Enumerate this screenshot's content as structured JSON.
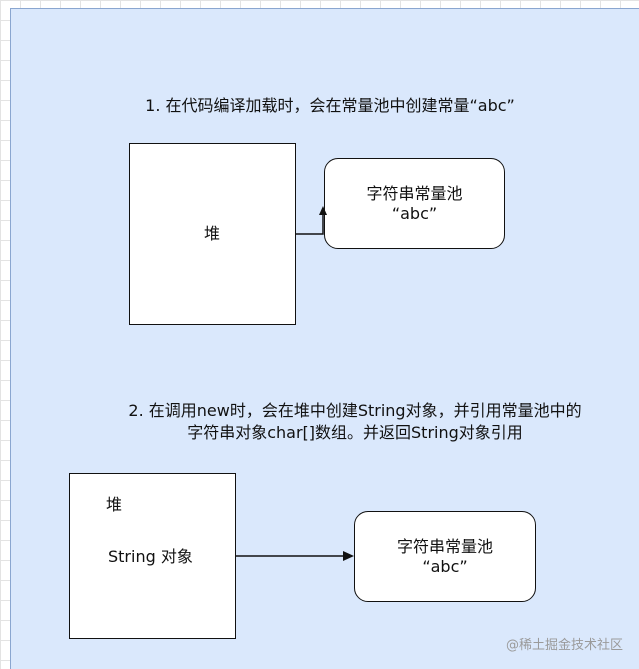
{
  "step1": {
    "caption": "1. 在代码编译加载时，会在常量池中创建常量“abc”",
    "heap_label": "堆",
    "pool_line1": "字符串常量池",
    "pool_line2": "“abc”"
  },
  "step2": {
    "caption_line1": "2. 在调用new时，会在堆中创建String对象，并引用常量池中的",
    "caption_line2": "字符串对象char[]数组。并返回String对象引用",
    "heap_label": "堆",
    "object_label": "String 对象",
    "pool_line1": "字符串常量池",
    "pool_line2": "“abc”"
  },
  "watermark": "@稀土掘金技术社区",
  "colors": {
    "canvas_fill": "#dae8fc",
    "box_fill": "#ffffff",
    "stroke": "#111111"
  }
}
